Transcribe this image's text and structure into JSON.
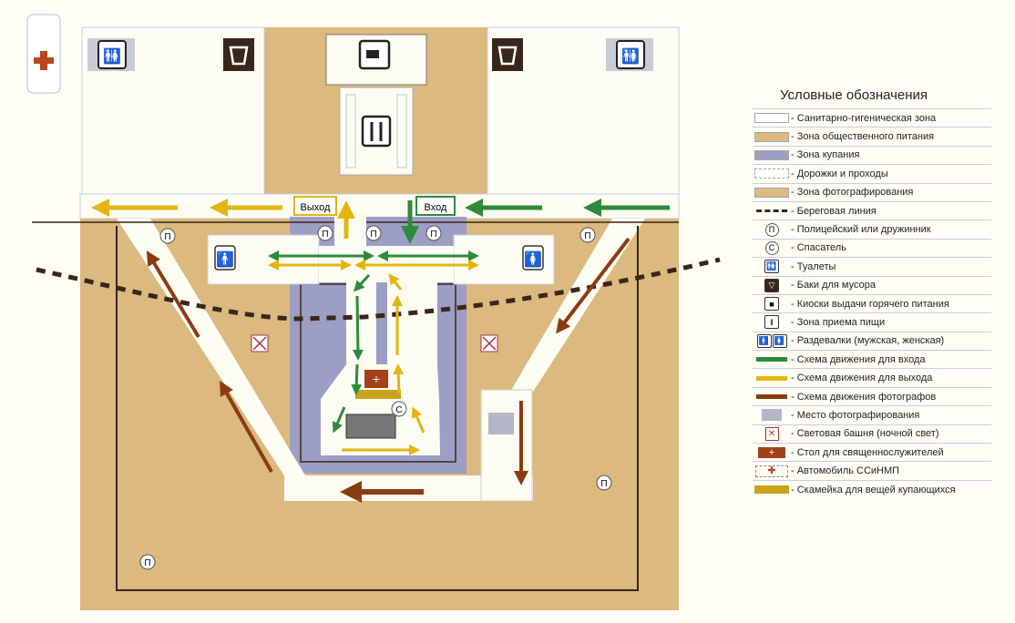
{
  "plan": {
    "exit_label": "Выход",
    "entry_label": "Вход",
    "police_mark": "П",
    "lifeguard_mark": "С"
  },
  "legend": {
    "title": "Условные обозначения",
    "items": [
      {
        "label": "- Санитарно-гигеническая зона",
        "symbol": "white-zone-swatch"
      },
      {
        "label": "- Зона общественного питания",
        "symbol": "tan-zone-swatch"
      },
      {
        "label": "- Зона купания",
        "symbol": "purple-zone-swatch"
      },
      {
        "label": "- Дорожки и проходы",
        "symbol": "path-swatch"
      },
      {
        "label": "- Зона фотографирования",
        "symbol": "tan-zone-swatch"
      },
      {
        "label": "- Береговая линия",
        "symbol": "dashed-line"
      },
      {
        "label": "- Полицейский или дружинник",
        "symbol": "П"
      },
      {
        "label": "- Спасатель",
        "symbol": "С"
      },
      {
        "label": "- Туалеты",
        "symbol": "toilet-icon"
      },
      {
        "label": "- Баки для мусора",
        "symbol": "trash-icon"
      },
      {
        "label": "- Киоски выдачи горячего питания",
        "symbol": "cup-icon"
      },
      {
        "label": "- Зона приема пищи",
        "symbol": "cutlery-icon"
      },
      {
        "label": "- Раздевалки (мужская, женская)",
        "symbol": "person-icon"
      },
      {
        "label": "- Схема движения для входа",
        "symbol": "green-arrow"
      },
      {
        "label": "- Схема движения для выхода",
        "symbol": "yellow-arrow"
      },
      {
        "label": "- Схема движения фотографов",
        "symbol": "brown-arrow"
      },
      {
        "label": "- Место фотографирования",
        "symbol": "photo-spot"
      },
      {
        "label": "- Световая башня (ночной свет)",
        "symbol": "light-tower"
      },
      {
        "label": "- Стол для священнослужителей",
        "symbol": "cross-table"
      },
      {
        "label": "- Автомобиль ССиНМП",
        "symbol": "ambulance"
      },
      {
        "label": "- Скамейка для вещей купающихся",
        "symbol": "bench"
      }
    ]
  },
  "colors": {
    "tan": "#dbb97f",
    "purple": "#9c9ec4",
    "white": "#fdfcf3",
    "green": "#2e8b3a",
    "yellow": "#e2b60f",
    "brown": "#8b3b12",
    "dark": "#3a2618"
  }
}
